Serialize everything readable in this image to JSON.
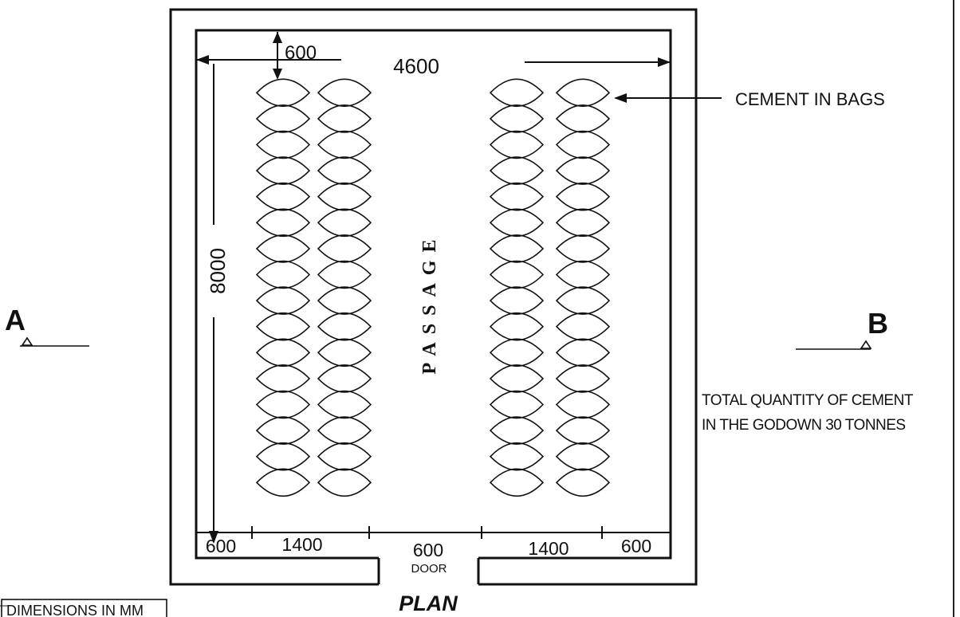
{
  "drawing": {
    "title": "PLAN",
    "units_note": "DIMENSIONS IN MM",
    "passage_label": "PASSAGE",
    "bags_label": "CEMENT IN BAGS",
    "quantity_note_line1": "TOTAL QUANTITY OF CEMENT",
    "quantity_note_line2": "IN THE GODOWN 30 TONNES",
    "section_marks": {
      "left": "A",
      "right": "B"
    },
    "dimensions": {
      "inner_width": "4600",
      "inner_length": "8000",
      "top_offset": "600",
      "bottom": [
        "600",
        "1400",
        "600",
        "1400",
        "600"
      ],
      "door_label": "DOOR"
    },
    "stacks": {
      "columns": 4,
      "bags_per_column": 16
    },
    "colors": {
      "line": "#111111",
      "background": "#ffffff"
    }
  }
}
